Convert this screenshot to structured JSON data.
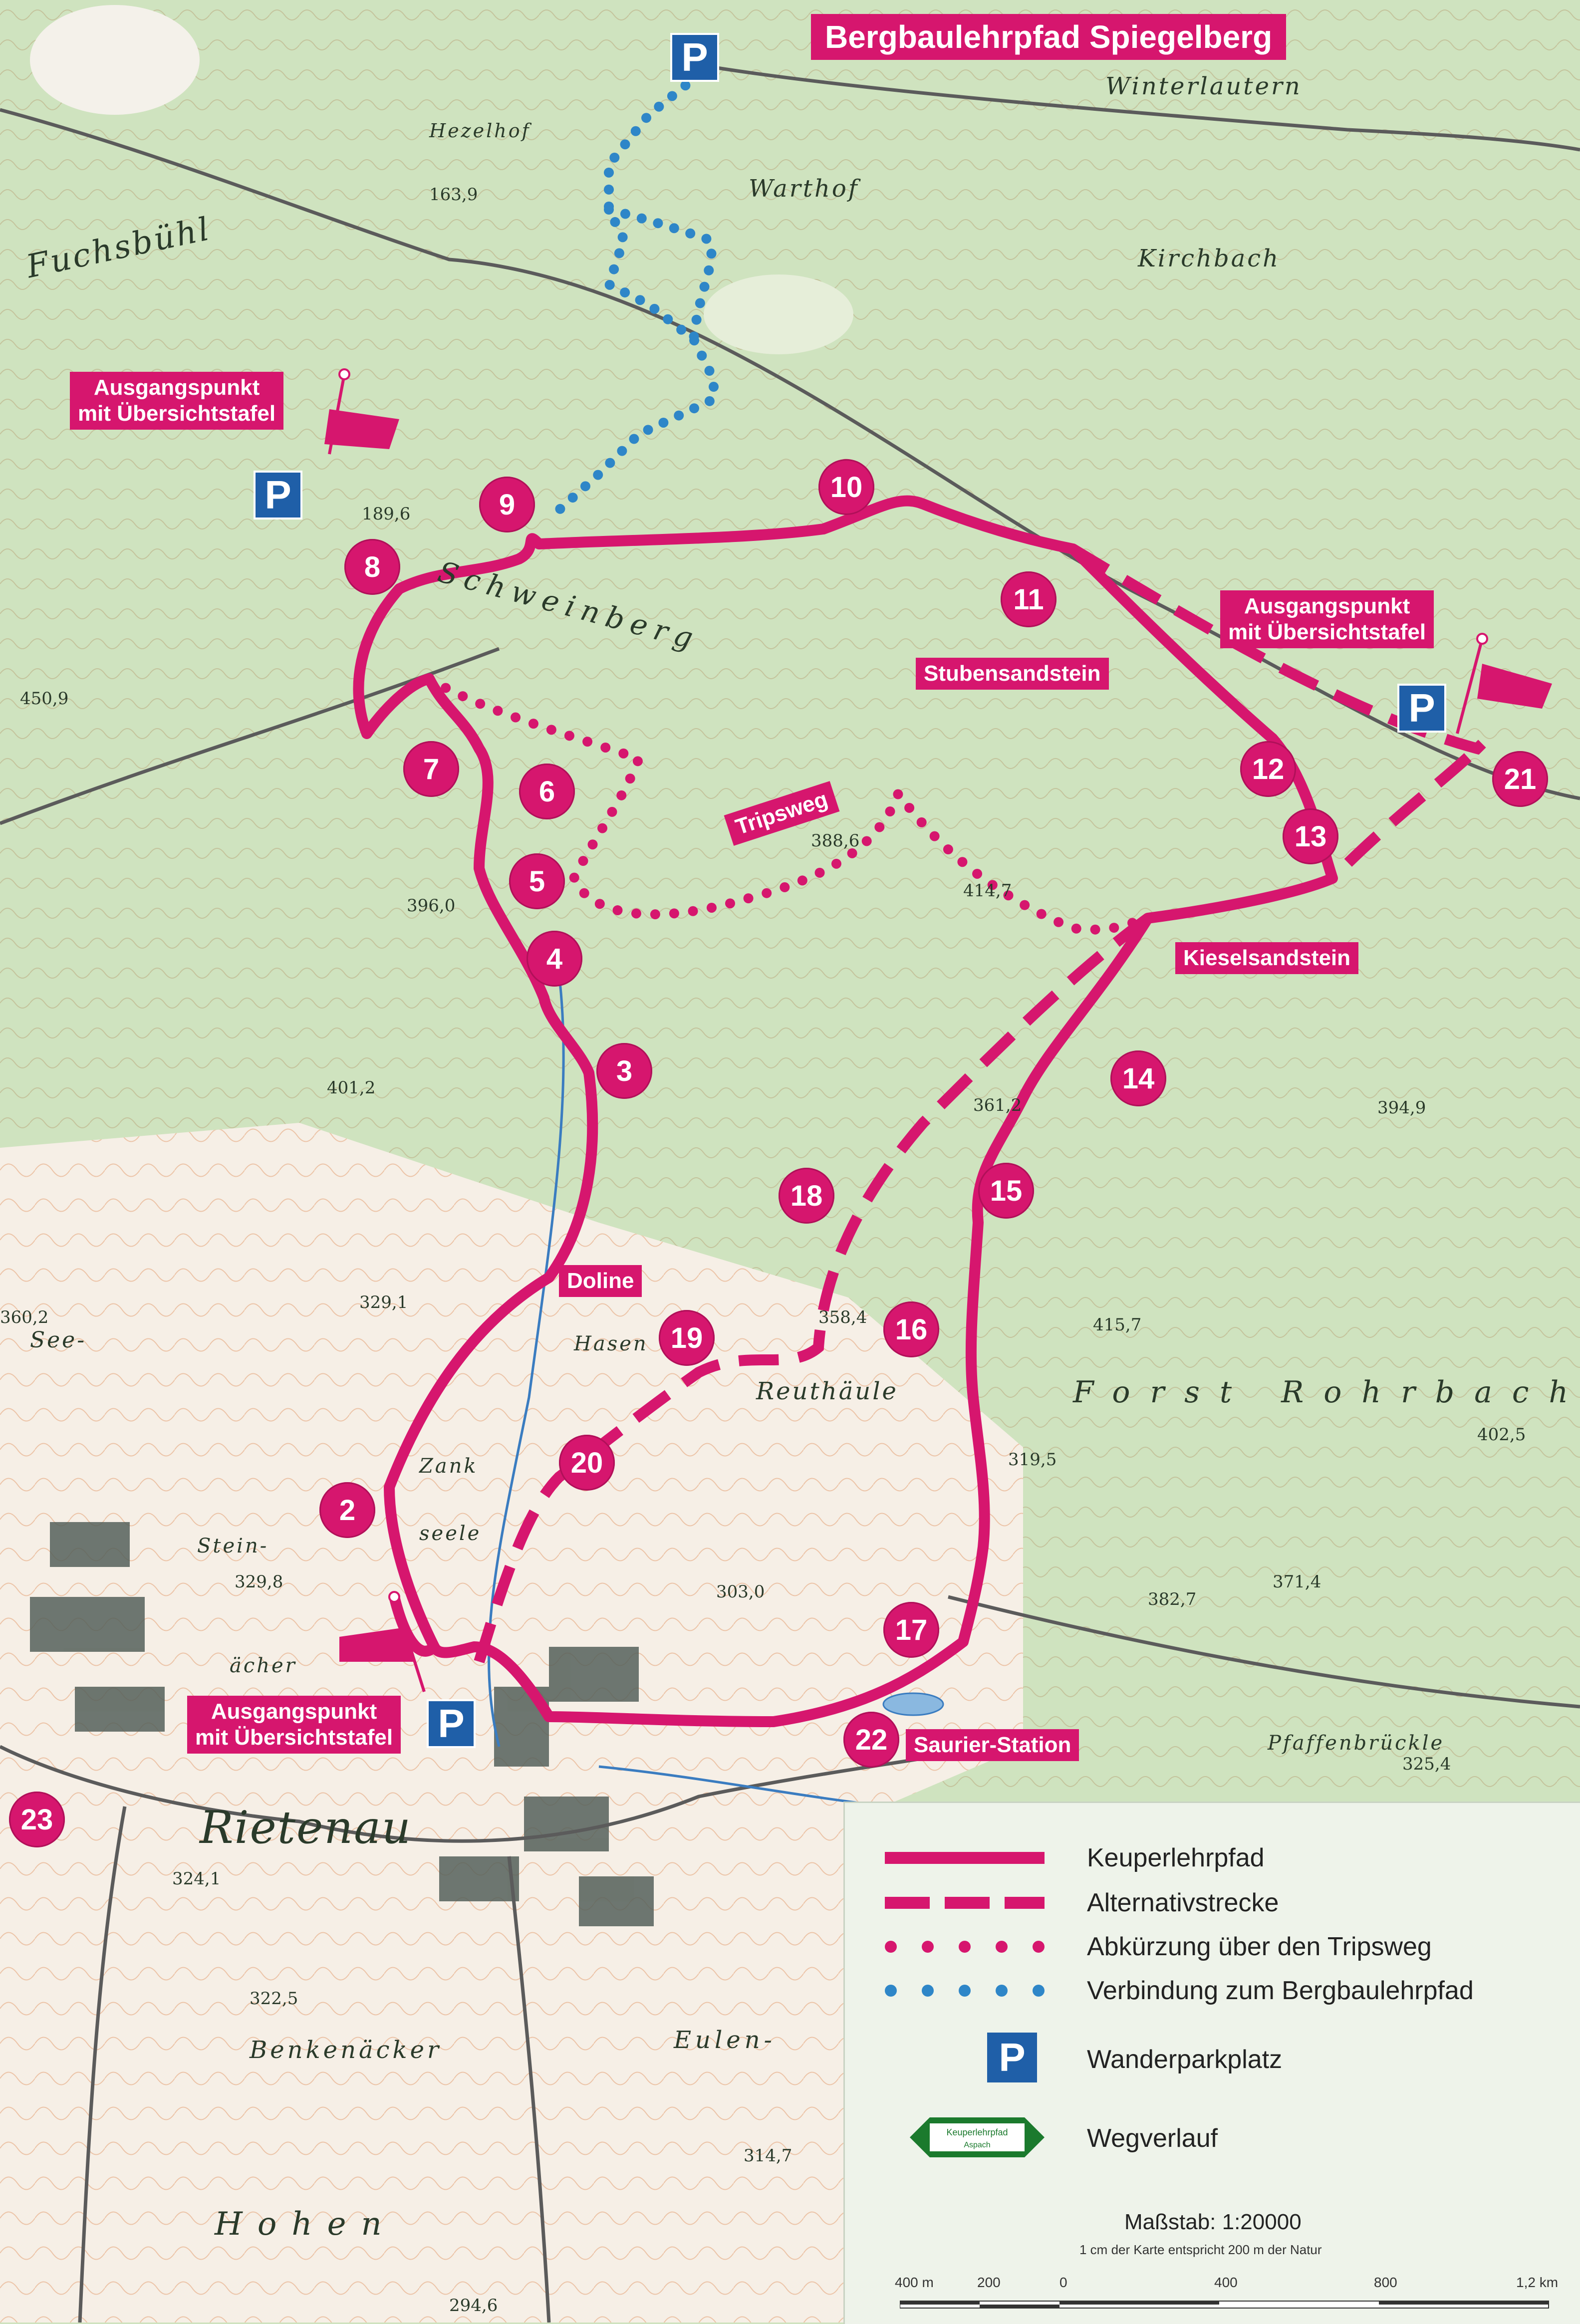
{
  "title": "Bergbaulehrpfad Spiegelberg",
  "callouts": {
    "start_label_line1": "Ausgangspunkt",
    "start_label_line2": "mit Übersichtstafel"
  },
  "stations": [
    "2",
    "3",
    "4",
    "5",
    "6",
    "7",
    "8",
    "9",
    "10",
    "11",
    "12",
    "13",
    "14",
    "15",
    "16",
    "17",
    "18",
    "19",
    "20",
    "21",
    "22",
    "23"
  ],
  "feature_labels": {
    "stubensandstein": "Stubensandstein",
    "tripsweg": "Tripsweg",
    "kieselsandstein": "Kieselsandstein",
    "doline": "Doline",
    "saurier_station": "Saurier-Station"
  },
  "parking_symbol": "P",
  "place_names": {
    "winterlautern": "Winterlautern",
    "hezelhof": "Hezelhof",
    "warthof": "Warthof",
    "fuchsbuhl": "Fuchsbühl",
    "kirchbach": "Kirchbach",
    "schweinberg": "Schweinberg",
    "rietenau": "Rietenau",
    "reuthaule": "Reuthäule",
    "forst_rohrbach": "Forst Rohrbach",
    "benkenacker": "Benkenäcker",
    "hohen": "Hohen",
    "pfaffenbruckle": "Pfaffenbrückle",
    "see": "See-",
    "zank": "Zank",
    "seele": "seele",
    "hasen": "Hasen",
    "eulen": "Eulen-",
    "stein": "Stein-",
    "lacker": "ächer"
  },
  "elevations": {
    "e1": "163,9",
    "e2": "189,6",
    "e3": "388,6",
    "e4": "396,0",
    "e5": "414,7",
    "e6": "401,2",
    "e7": "361,2",
    "e8": "394,9",
    "e9": "415,7",
    "e10": "402,5",
    "e11": "358,4",
    "e12": "329,1",
    "e13": "329,8",
    "e14": "303,0",
    "e15": "382,7",
    "e16": "371,4",
    "e17": "325,4",
    "e18": "322,5",
    "e19": "319,5",
    "e20": "324,1",
    "e21": "314,7",
    "e22": "294,6",
    "e23": "450,9",
    "e24": "360,2"
  },
  "legend": {
    "items": [
      {
        "label": "Keuperlehrpfad",
        "style": "solid"
      },
      {
        "label": "Alternativstrecke",
        "style": "dashed"
      },
      {
        "label": "Abkürzung über den Tripsweg",
        "style": "dotted-magenta"
      },
      {
        "label": "Verbindung zum Bergbaulehrpfad",
        "style": "dotted-blue"
      },
      {
        "label": "Wanderparkplatz",
        "style": "parking"
      },
      {
        "label": "Wegverlauf",
        "style": "sign"
      }
    ],
    "sign_text_line1": "Keuperlehrpfad",
    "sign_text_line2": "Aspach",
    "scale_title": "Maßstab: 1:20000",
    "scale_note": "1 cm der Karte entspricht 200 m der Natur",
    "scale_labels": [
      "400 m",
      "200",
      "0",
      "400",
      "800",
      "1,2 km"
    ]
  },
  "colors": {
    "route": "#d6166e",
    "connection": "#2e86c8",
    "parking": "#1f5fa8",
    "forest": "#cfe3bf",
    "settlement": "#f4f1ea"
  }
}
